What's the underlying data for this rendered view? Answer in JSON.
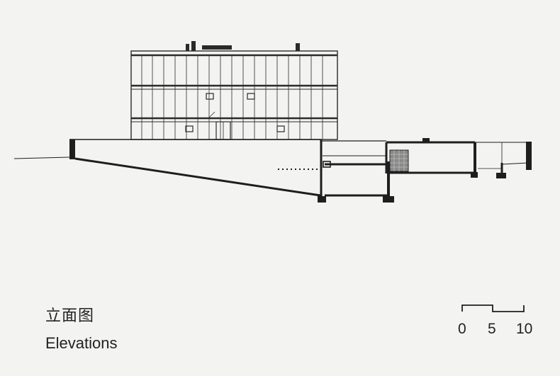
{
  "caption": {
    "title_cn": "立面图",
    "title_en": "Elevations"
  },
  "scale_bar": {
    "labels": [
      "0",
      "5",
      "10"
    ]
  },
  "colors": {
    "background": "#f3f3f1",
    "line": "#1e1e1e",
    "text": "#222222"
  }
}
